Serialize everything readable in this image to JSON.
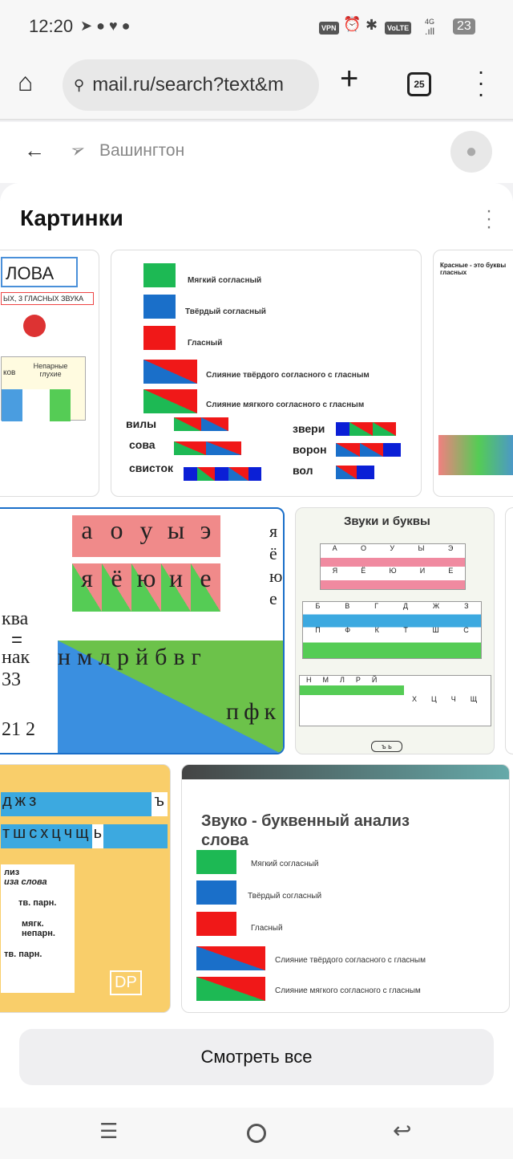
{
  "status_bar": {
    "time": "12:20",
    "vpn": "VPN",
    "volte": "VoLTE",
    "network": "4G",
    "battery": "23"
  },
  "browser": {
    "url": "mail.ru/search?text&m",
    "tab_count": "25"
  },
  "header": {
    "location": "Вашингтон"
  },
  "section": {
    "title": "Картинки"
  },
  "images": {
    "a": {
      "title": "ЛОВА",
      "subtitle": "ЫХ, 3 ГЛАСНЫХ ЗВУКА",
      "col1": "ков",
      "col2": "Непарные глухие"
    },
    "b": {
      "legend": [
        "Мягкий согласный",
        "Твёрдый согласный",
        "Гласный",
        "Слияние твёрдого согласного с гласным",
        "Слияние мягкого согласного с гласным"
      ],
      "words": [
        "вилы",
        "сова",
        "свисток",
        "звери",
        "ворон",
        "вол"
      ]
    },
    "c": {
      "text": "Красные - это буквы гласных"
    },
    "d": {
      "vowels1": [
        "а",
        "о",
        "у",
        "ы",
        "э"
      ],
      "vowels2": [
        "я",
        "ё",
        "ю",
        "и",
        "е"
      ],
      "cons1": [
        "н",
        "м",
        "л",
        "р",
        "й",
        "б",
        "в",
        "г"
      ],
      "cons2": [
        "п",
        "ф",
        "к"
      ],
      "side": [
        "я",
        "ё",
        "ю",
        "е"
      ],
      "left": [
        "ква",
        "=",
        "нак",
        "33",
        "21 2"
      ]
    },
    "e": {
      "title": "Звуки и буквы",
      "row1": [
        "А",
        "О",
        "У",
        "Ы",
        "Э"
      ],
      "row2": [
        "Я",
        "Ё",
        "Ю",
        "И",
        "Е"
      ],
      "row3": [
        "Б",
        "В",
        "Г",
        "Д",
        "Ж",
        "З"
      ],
      "row4": [
        "П",
        "Ф",
        "К",
        "Т",
        "Ш",
        "С"
      ],
      "row5": [
        "Н",
        "М",
        "Л",
        "Р",
        "Й"
      ],
      "row6": [
        "Х",
        "Ц",
        "Ч",
        "Щ"
      ],
      "signs": "ъ ь"
    },
    "g": {
      "row1": [
        "д",
        "ж",
        "з",
        "ъ"
      ],
      "row2": [
        "т",
        "ш",
        "с",
        "х",
        "ц",
        "ч",
        "щ",
        "ь"
      ],
      "notes": [
        "лиз",
        "иза слова",
        "тв. парн.",
        "мягк. непарн.",
        "тв. парн."
      ],
      "logo": "DP"
    },
    "h": {
      "title": "Звуко - буквенный анализ слова",
      "legend": [
        "Мягкий согласный",
        "Твёрдый согласный",
        "Гласный",
        "Слияние твёрдого согласного с гласным",
        "Слияние мягкого согласного с гласным"
      ]
    }
  },
  "see_all": "Смотреть все"
}
